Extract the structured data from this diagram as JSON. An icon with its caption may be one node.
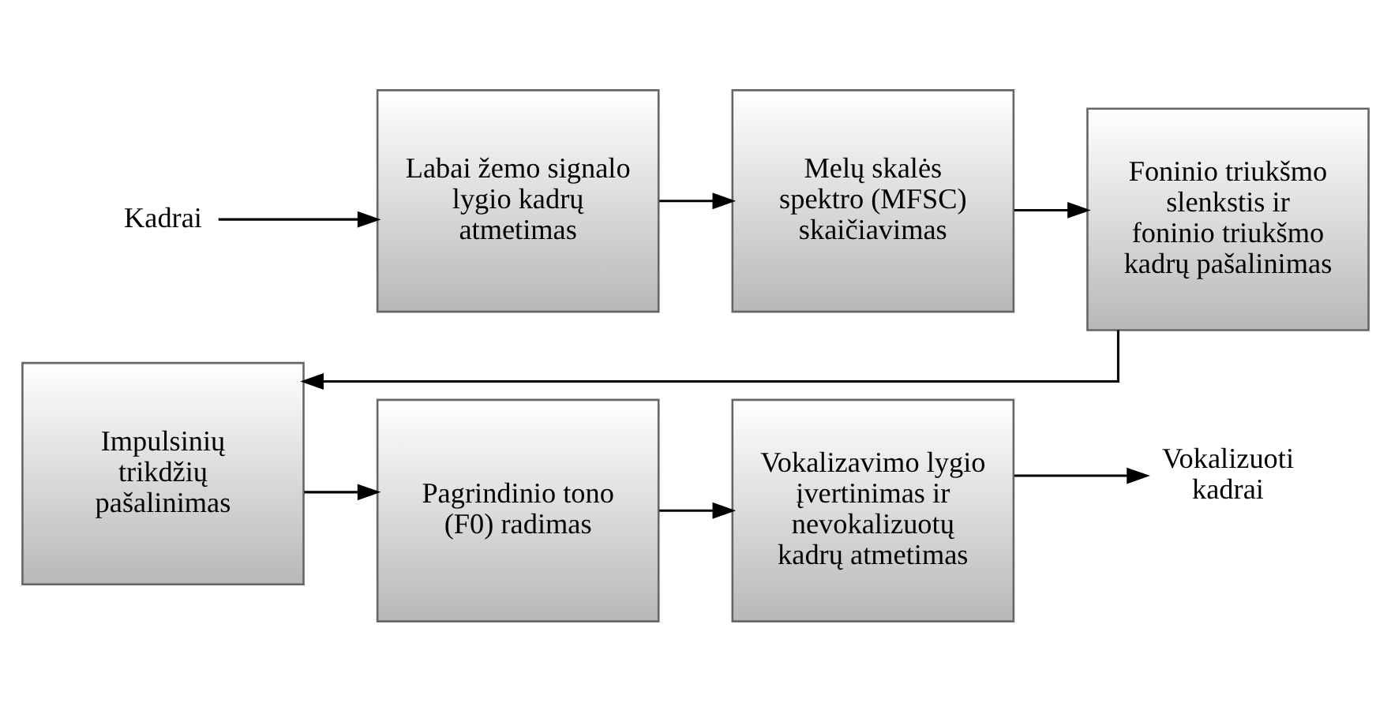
{
  "diagram": {
    "nodes": [
      {
        "text": [
          "Kadrai"
        ]
      },
      {
        "text": [
          "Labai žemo signalo lygio kadrų atmetimas"
        ]
      },
      {
        "text": [
          "Melų skalės spektro (MFSC) skaičiavimas"
        ]
      },
      {
        "text": [
          "Foninio triukšmo slenkstis ir foninio triukšmo kadrų pašalinimas"
        ]
      },
      {
        "text": [
          "Impulsinių trikdžių pašalinimas"
        ]
      },
      {
        "text": [
          "Pagrindinio tono (F0) radimas"
        ]
      },
      {
        "text": [
          "Vokalizavimo lygio įvertinimas ir nevokalizuotų kadrų atmetimas"
        ]
      },
      {
        "text": [
          "Vokalizuoti kadrai"
        ]
      }
    ],
    "edges": [
      {
        "from": 0,
        "to": 1,
        "arrow": "to"
      },
      {
        "from": 1,
        "to": 2,
        "arrow": "to"
      },
      {
        "from": 2,
        "to": 3,
        "arrow": "to"
      },
      {
        "from": 3,
        "to": 4,
        "arrow": "to"
      },
      {
        "from": 4,
        "to": 5,
        "arrow": "to"
      },
      {
        "from": 5,
        "to": 6,
        "arrow": "to"
      },
      {
        "from": 6,
        "to": 7,
        "arrow": "to"
      }
    ]
  }
}
